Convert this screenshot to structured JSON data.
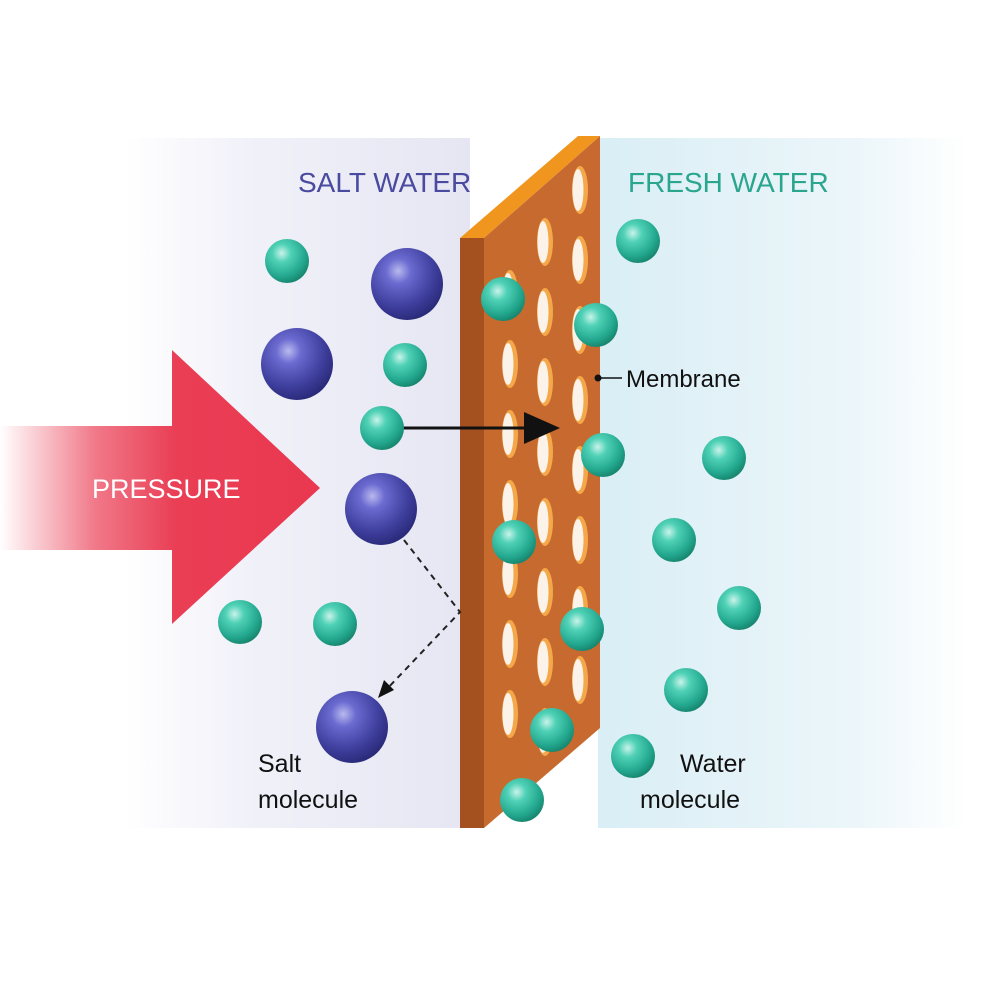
{
  "labels": {
    "salt_water": "SALT WATER",
    "fresh_water": "FRESH WATER",
    "membrane": "Membrane",
    "pressure": "PRESSURE",
    "salt_molecule_line1": "Salt",
    "salt_molecule_line2": "molecule",
    "water_molecule_line1": "Water",
    "water_molecule_line2": "molecule"
  },
  "colors": {
    "salt_title": "#4a4aa0",
    "fresh_title": "#2aa58e",
    "salt_molecule": "#3f3f9e",
    "water_molecule": "#2cb39a",
    "membrane_face": "#c8662e",
    "membrane_edge": "#f0961e",
    "pressure_arrow": "#ea3e55"
  },
  "icons": {
    "pressure": "pressure-arrow-icon",
    "flow": "right-arrow-icon",
    "deflect": "dashed-deflect-arrow-icon"
  }
}
